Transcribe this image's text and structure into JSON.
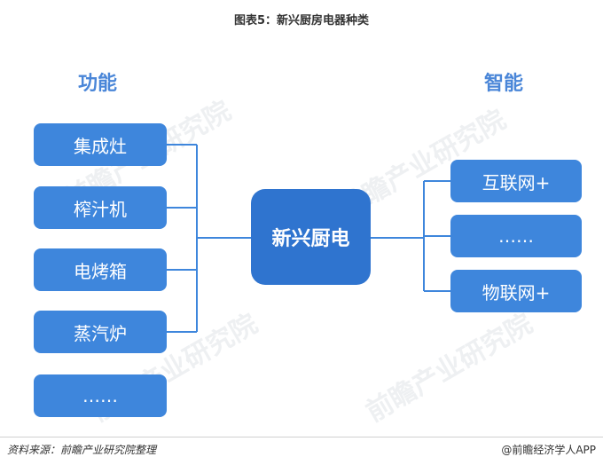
{
  "title": "图表5：新兴厨房电器种类",
  "headings": {
    "left": "功能",
    "right": "智能"
  },
  "center": "新兴厨电",
  "left_items": [
    "集成灶",
    "榨汁机",
    "电烤箱",
    "蒸汽炉",
    "……"
  ],
  "right_items": [
    "互联网+",
    "……",
    "物联网+"
  ],
  "footer": {
    "source": "资料来源：前瞻产业研究院整理",
    "brand": "@前瞻经济学人APP"
  },
  "watermark": "前瞻产业研究院",
  "colors": {
    "box": "#3e86dc",
    "center": "#2f74cf",
    "line": "#3e86dc",
    "heading": "#4a86d8"
  }
}
